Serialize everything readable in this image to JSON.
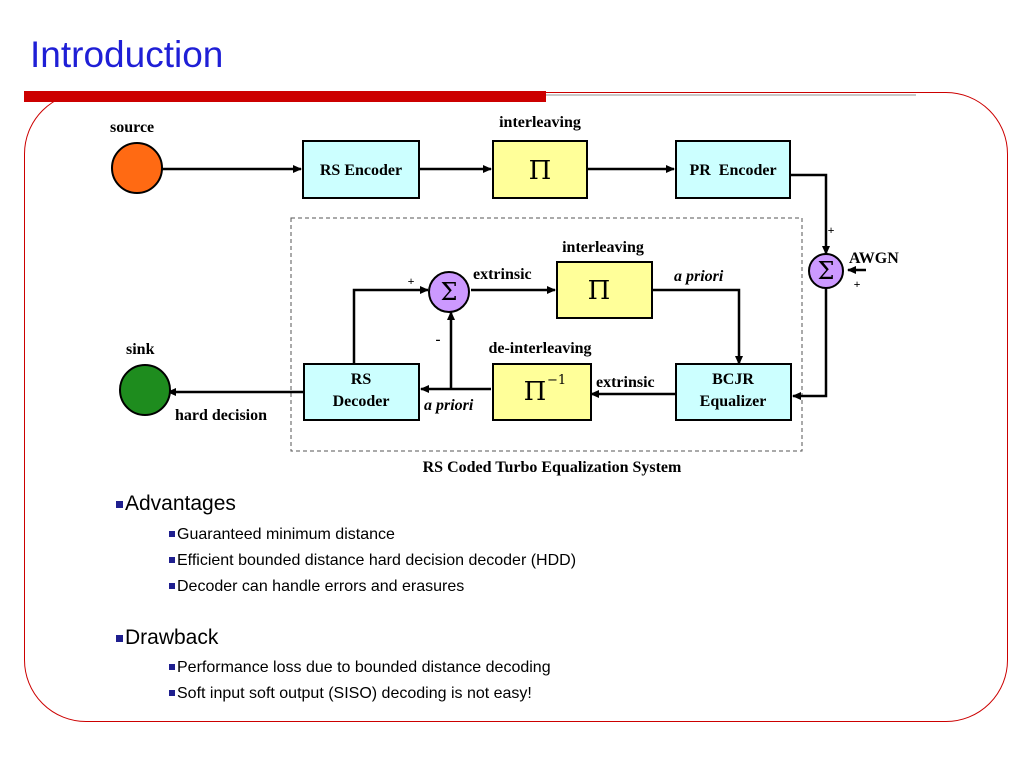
{
  "slide": {
    "title": "Introduction"
  },
  "diagram": {
    "source": "source",
    "sink": "sink",
    "interleaving_top": "interleaving",
    "interleaving_inner": "interleaving",
    "deinterleaving": "de-interleaving",
    "rs_encoder": "RS Encoder",
    "pi": "Π",
    "pi_inv": "Π",
    "pi_inv_sup": "−1",
    "pr_encoder": "PR  Encoder",
    "sigma": "Σ",
    "awgn": "AWGN",
    "bcjr_line1": "BCJR",
    "bcjr_line2": "Equalizer",
    "rs_decoder_line1": "RS",
    "rs_decoder_line2": "Decoder",
    "extrinsic_top": "extrinsic",
    "extrinsic_right": "extrinsic",
    "a_priori_top": "a priori",
    "a_priori_bottom": "a priori",
    "hard_decision": "hard decision",
    "plus": "+",
    "minus": "-",
    "caption": "RS Coded Turbo Equalization System",
    "colors": {
      "source": "#ff6a13",
      "sink": "#1e8c1e",
      "cyan_block": "#ccffff",
      "yellow_block": "#ffff99",
      "sum_node": "#cc99ff"
    }
  },
  "advantages": {
    "heading": "Advantages",
    "items": [
      "Guaranteed minimum distance",
      "Efficient bounded distance hard decision decoder (HDD)",
      "Decoder can handle errors and erasures"
    ]
  },
  "drawback": {
    "heading": "Drawback",
    "items": [
      "Performance loss due to bounded distance decoding",
      "Soft input soft output (SISO) decoding is not easy!"
    ]
  }
}
